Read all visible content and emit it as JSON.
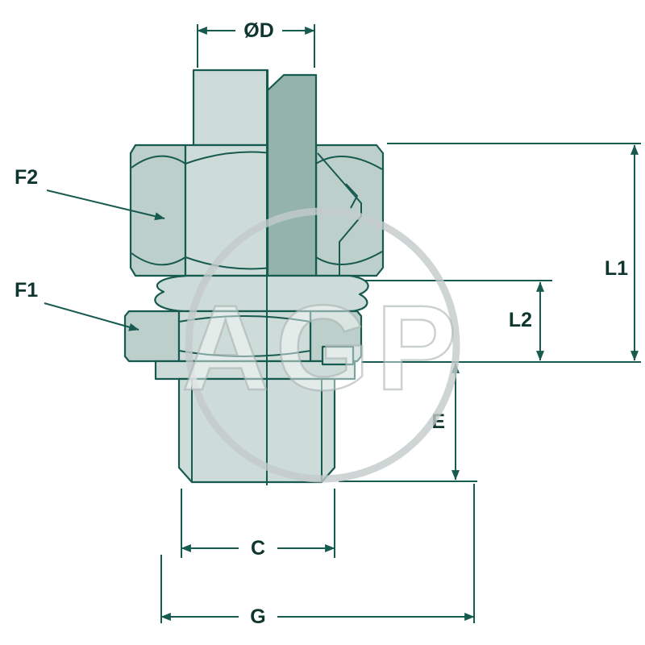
{
  "drawing": {
    "watermark": "AGP",
    "dimensions": {
      "diameter": "ØD",
      "f2": "F2",
      "f1": "F1",
      "l1": "L1",
      "l2": "L2",
      "e": "E",
      "c": "C",
      "g": "G"
    }
  },
  "colors": {
    "line": "#175a4f",
    "fill-light": "#cddcd8",
    "fill-mid": "#bccfca",
    "fill-dark": "#93b3ab",
    "text": "#0e352e",
    "watermark": "#c3cbca",
    "bg": "#ffffff"
  }
}
